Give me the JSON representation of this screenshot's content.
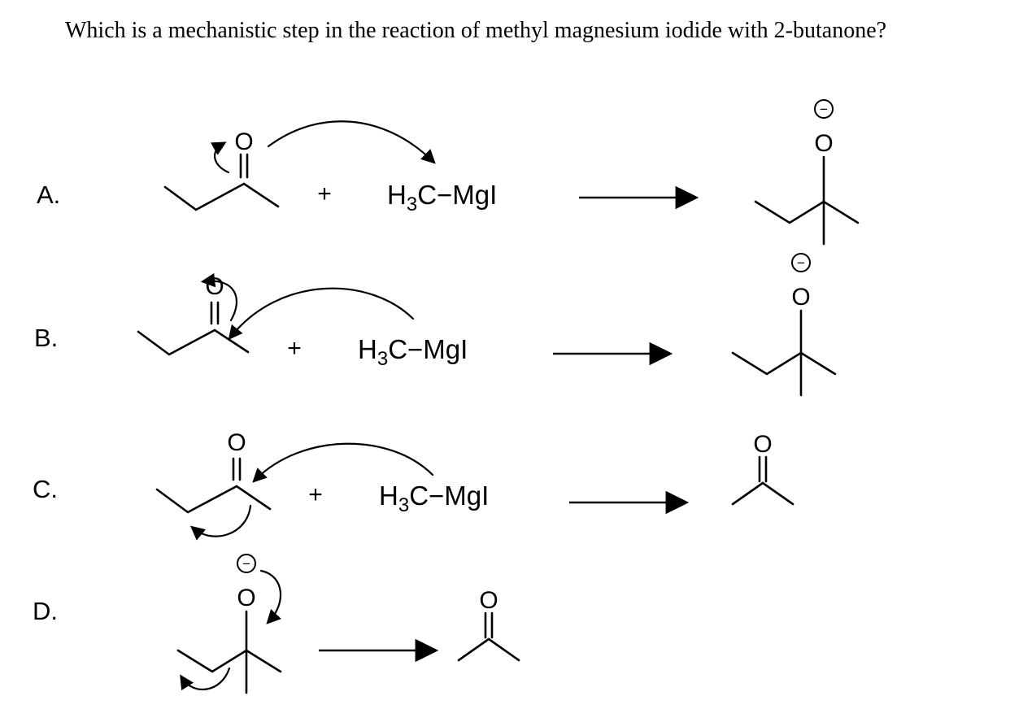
{
  "question": "Which is a mechanistic step in the reaction of methyl magnesium iodide with 2-butanone?",
  "options": [
    {
      "label": "A."
    },
    {
      "label": "B."
    },
    {
      "label": "C."
    },
    {
      "label": "D."
    }
  ],
  "symbols": {
    "oxygen": "O",
    "plus": "+",
    "minus_charge": "−"
  },
  "reagent": {
    "prefix": "H",
    "subscript": "3",
    "suffix": "C−MgI"
  }
}
